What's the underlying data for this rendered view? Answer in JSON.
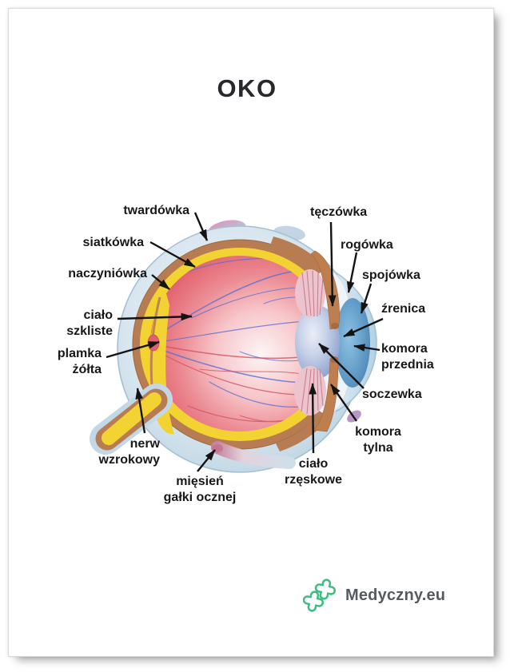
{
  "title": "OKO",
  "labels": {
    "twardowka": "twardówka",
    "siatkowka": "siatkówka",
    "naczyniowka": "naczyniówka",
    "cialo_szkliste": [
      "ciało",
      "szkliste"
    ],
    "plamka_zolta": [
      "plamka",
      "żółta"
    ],
    "nerw_wzrokowy": [
      "nerw",
      "wzrokowy"
    ],
    "miesien_galki_ocznej": [
      "mięsień",
      "gałki ocznej"
    ],
    "teczowka": "tęczówka",
    "rogowka": "rogówka",
    "spojowka": "spojówka",
    "zrenica": "źrenica",
    "komora_przednia": [
      "komora",
      "przednia"
    ],
    "soczewka": "soczewka",
    "komora_tylna": [
      "komora",
      "tylna"
    ],
    "cialo_rzeskowe": [
      "ciało",
      "rzęskowe"
    ]
  },
  "logo": {
    "text": "Medyczny.eu"
  },
  "colors": {
    "title_text": "#26282b",
    "label_text": "#17181a",
    "arrow": "#141414",
    "logo_green": "#3dbd80",
    "logo_text": "#565b61",
    "sclera": "#c6d9e7",
    "choroid": "#b87c52",
    "retina": "#f3d331",
    "vitreous": "#e2626e",
    "lens": "#8ea3cc",
    "anterior_chamber": "#5d93c2",
    "ciliary_body": "#edc4cd",
    "muscle": "#c9a3c4",
    "vessel_blue": "#5b6fd1",
    "vessel_red": "#d2505f"
  }
}
